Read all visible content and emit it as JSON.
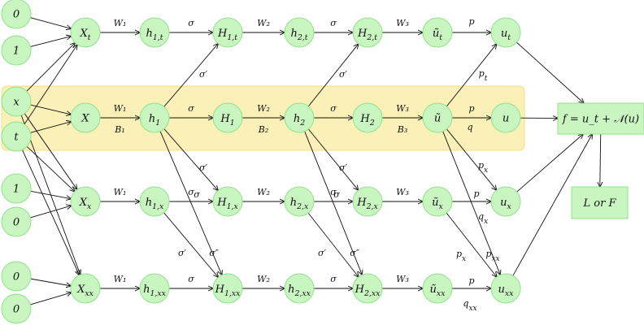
{
  "nodes": {
    "in0a": "0",
    "in1a": "1",
    "inx": "x",
    "int": "t",
    "in1b": "1",
    "in0b": "0",
    "in0c": "0",
    "in0d": "0",
    "Xt": "X_t",
    "X": "X",
    "Xx": "X_x",
    "Xxx": "X_xx",
    "h1t": "h_1,t",
    "h1": "h_1",
    "h1x": "h_1,x",
    "h1xx": "h_1,xx",
    "H1t": "H_1,t",
    "H1": "H_1",
    "H1x": "H_1,x",
    "H1xx": "H_1,xx",
    "h2t": "h_2,t",
    "h2": "h_2",
    "h2x": "h_2,x",
    "h2xx": "h_2,xx",
    "H2t": "H_2,t",
    "H2": "H_2",
    "H2x": "H_2,x",
    "H2xx": "H_2,xx",
    "ut_tilde": "ũ_t",
    "u_tilde": "ũ",
    "ux_tilde": "ũ_x",
    "uxx_tilde": "ũ_xx",
    "ut": "u_t",
    "u": "u",
    "ux": "u_x",
    "uxx": "u_xx",
    "f": "f = u_t + 𝒩(u)",
    "LF": "L or F"
  },
  "edge_labels": {
    "W1": "W₁",
    "B1": "B₁",
    "W2": "W₂",
    "B2": "B₂",
    "W3": "W₃",
    "B3": "B₃",
    "sigma": "σ",
    "sigma_prime": "σ′",
    "sigma_dprime": "σ″",
    "p": "p",
    "q": "q",
    "pt": "p_t",
    "px": "p_x",
    "qx": "q_x",
    "pxx": "p_xx",
    "qxx": "q_xx"
  }
}
